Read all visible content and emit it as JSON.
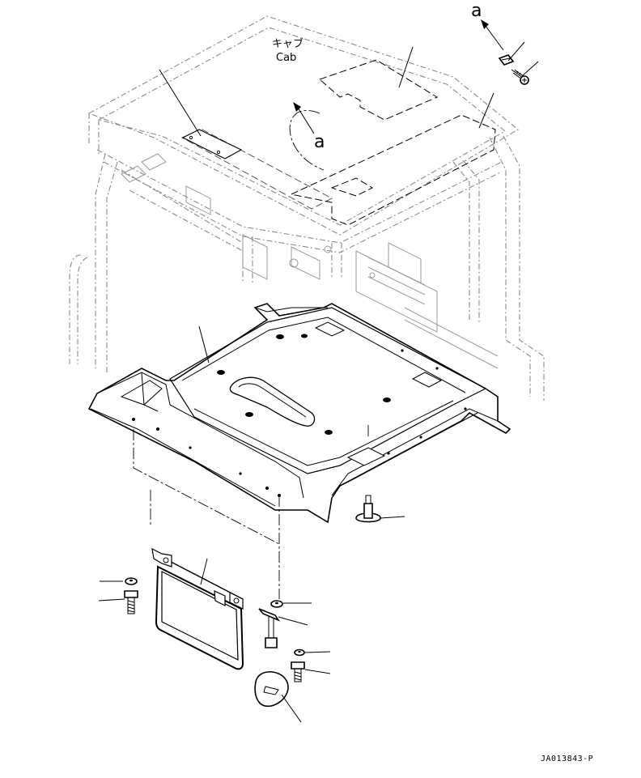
{
  "labels": {
    "cab_jp": "キャブ",
    "cab_en": "Cab",
    "view_a_top": "a",
    "view_a_mid": "a"
  },
  "drawing_number": "JA013843-P"
}
